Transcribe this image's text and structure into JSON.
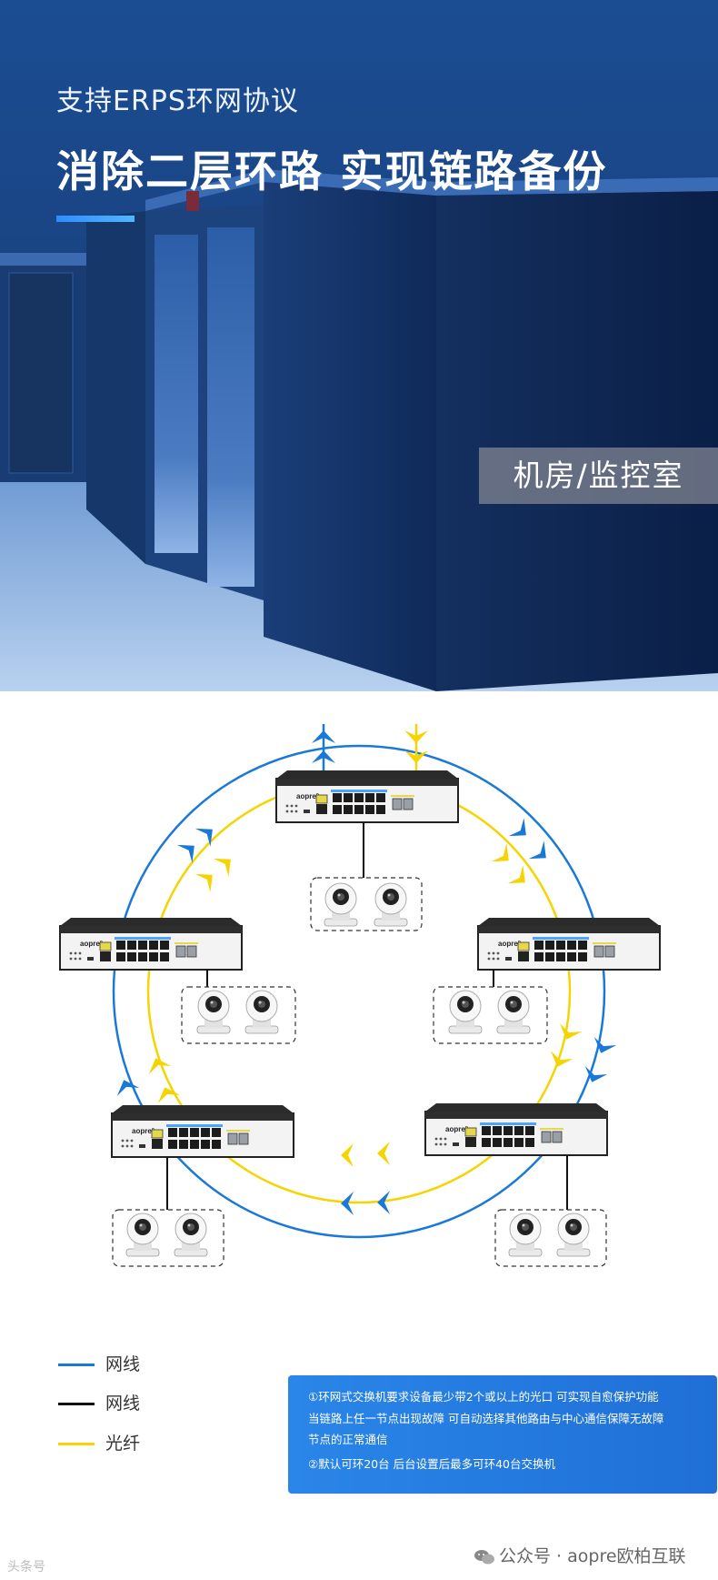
{
  "hero": {
    "subtitle": "支持ERPS环网协议",
    "title": "消除二层环路 实现链路备份",
    "tag": "机房/监控室"
  },
  "diagram": {
    "switch_brand": "aopre",
    "colors": {
      "network_blue": "#1a78d8",
      "network_black": "#111111",
      "fiber_yellow": "#f5d400"
    }
  },
  "legend": [
    {
      "color": "#1a78d8",
      "label": "网线"
    },
    {
      "color": "#111111",
      "label": "网线"
    },
    {
      "color": "#f5d400",
      "label": "光纤"
    }
  ],
  "info": {
    "line1": "①环网式交换机要求设备最少带2个或以上的光口   可实现自愈保护功能",
    "line2": "当链路上任一节点出现故障 可自动选择其他路由与中心通信保障无故障",
    "line3": "节点的正常通信",
    "line4": "②默认可环20台  后台设置后最多可环40台交换机"
  },
  "footer": {
    "watermark_left": "头条号",
    "account": "公众号 · aopre欧柏互联"
  }
}
